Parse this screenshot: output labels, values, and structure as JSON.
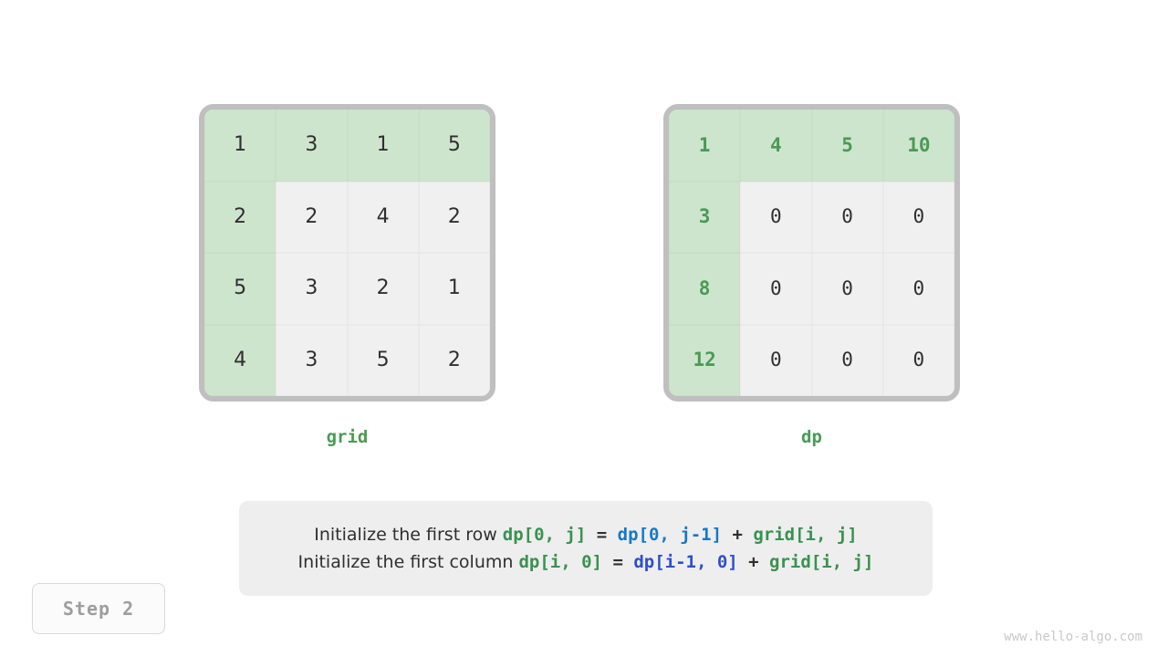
{
  "grid_matrix": {
    "caption": "grid",
    "rows": [
      [
        "1",
        "3",
        "1",
        "5"
      ],
      [
        "2",
        "2",
        "4",
        "2"
      ],
      [
        "5",
        "3",
        "2",
        "1"
      ],
      [
        "4",
        "3",
        "5",
        "2"
      ]
    ],
    "highlight_first_row": true,
    "highlight_first_column": true,
    "highlight_color": "#cee5cd",
    "cell_color": "#f0f0f0",
    "text_color": "#2f2f2f",
    "border_color": "#bfbfbf"
  },
  "dp_matrix": {
    "caption": "dp",
    "rows": [
      [
        "1",
        "4",
        "5",
        "10"
      ],
      [
        "3",
        "0",
        "0",
        "0"
      ],
      [
        "8",
        "0",
        "0",
        "0"
      ],
      [
        "12",
        "0",
        "0",
        "0"
      ]
    ],
    "highlight_first_row": true,
    "highlight_first_column": true,
    "highlight_color": "#cee5cd",
    "cell_color": "#f0f0f0",
    "highlight_text_color": "#4a9a54",
    "text_color": "#2f2f2f",
    "border_color": "#bfbfbf"
  },
  "formula": {
    "line1": {
      "prose": "Initialize the first row ",
      "target": "dp[0, j]",
      "equals": " = ",
      "source": "dp[0, j-1]",
      "plus": " + ",
      "addend": "grid[i, j]",
      "target_color": "#3a9150",
      "source_color": "#1778c4",
      "addend_color": "#3a9150"
    },
    "line2": {
      "prose": "Initialize the first column ",
      "target": "dp[i, 0]",
      "equals": " = ",
      "source": "dp[i-1, 0]",
      "plus": " + ",
      "addend": "grid[i, j]",
      "target_color": "#3a9150",
      "source_color": "#2b4fd0",
      "addend_color": "#3a9150"
    },
    "panel_color": "#eeeeee"
  },
  "step_badge": {
    "label": "Step 2"
  },
  "watermark": {
    "text": "www.hello-algo.com"
  }
}
